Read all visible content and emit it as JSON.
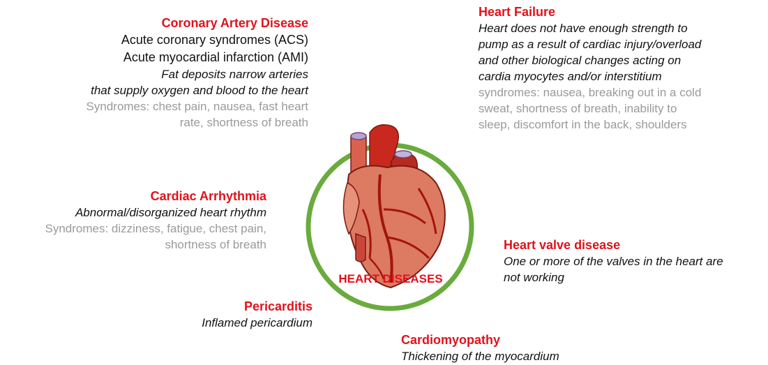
{
  "center_label": "HEART DISEASES",
  "colors": {
    "title_red": "#e0121b",
    "text_dark": "#111111",
    "text_gray": "#9a9a9a",
    "ring_green": "#6aab3d",
    "heart_red": "#c8281e"
  },
  "icon": "anatomical-heart-icon",
  "cad": {
    "title": "Coronary Artery Disease",
    "line1": "Acute coronary syndromes (ACS)",
    "line2": "Acute myocardial infarction  (AMI)",
    "desc1": "Fat deposits narrow arteries",
    "desc2": "that supply oxygen and blood to the heart",
    "syn1": "Syndromes: chest pain, nausea, fast heart",
    "syn2": "rate, shortness of breath"
  },
  "hf": {
    "title": "Heart Failure",
    "desc1": "Heart does not have enough strength to",
    "desc2": "pump as a result of cardiac injury/overload",
    "desc3": "and other biological changes acting on",
    "desc4": "cardia myocytes and/or interstitium",
    "syn1": "syndromes: nausea, breaking out in a cold",
    "syn2": "sweat, shortness of breath, inability to",
    "syn3": "sleep, discomfort in the back, shoulders"
  },
  "arrhythmia": {
    "title": "Cardiac Arrhythmia",
    "desc1": "Abnormal/disorganized heart rhythm",
    "syn1": "Syndromes: dizziness, fatigue, chest pain,",
    "syn2": "shortness of breath"
  },
  "valve": {
    "title": "Heart valve disease",
    "desc1": "One or more of the valves in the heart are",
    "desc2": "not working"
  },
  "pericarditis": {
    "title": "Pericarditis",
    "desc1": "Inflamed pericardium"
  },
  "cardiomyopathy": {
    "title": "Cardiomyopathy",
    "desc1": "Thickening of the myocardium"
  }
}
